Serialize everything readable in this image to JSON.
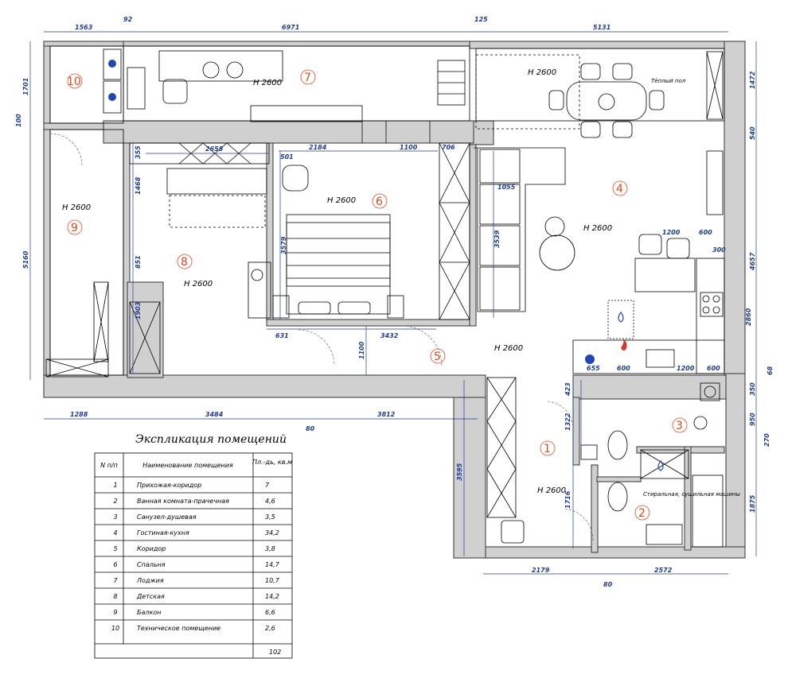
{
  "heights": {
    "loggia": "H 2600",
    "living": "H 2600",
    "bedroom": "H 2600",
    "kitchen": "H 2600",
    "balcony": "H 2600",
    "kids": "H 2600",
    "corridor": "H 2600",
    "hall": "H 2600"
  },
  "room_numbers": [
    "1",
    "2",
    "3",
    "4",
    "5",
    "6",
    "7",
    "8",
    "9",
    "10"
  ],
  "notes": {
    "warm_floor": "Тёплый пол",
    "washer": "Стиральная, сушильная машины"
  },
  "dims": {
    "top": [
      "1563",
      "92",
      "6971",
      "125",
      "5131"
    ],
    "left": [
      "1701",
      "100",
      "5160"
    ],
    "right": [
      "1472",
      "540",
      "4657",
      "68",
      "350",
      "950",
      "270",
      "1875"
    ],
    "bottom_left": [
      "1288",
      "3484",
      "3812",
      "80"
    ],
    "bottom_right": [
      "2179",
      "80",
      "2572"
    ],
    "interior": [
      "355",
      "2658",
      "501",
      "2184",
      "1100",
      "706",
      "1468",
      "851",
      "1903",
      "3579",
      "3539",
      "1055",
      "631",
      "3432",
      "1100",
      "1200",
      "600",
      "300",
      "3595",
      "423",
      "1322",
      "1716",
      "2860"
    ],
    "kitchen_cabs": [
      "655",
      "600",
      "1200",
      "600"
    ]
  },
  "table": {
    "title": "Экспликация помещений",
    "headers": [
      "N п/п",
      "Наименование помещения",
      "Пл.-дь, кв.м"
    ],
    "rows": [
      [
        "1",
        "Прихожая-коридор",
        "7"
      ],
      [
        "2",
        "Ванная комната-прачечная",
        "4,6"
      ],
      [
        "3",
        "Санузел-душевая",
        "3,5"
      ],
      [
        "4",
        "Гостиная-кухня",
        "34,2"
      ],
      [
        "5",
        "Коридор",
        "3,8"
      ],
      [
        "6",
        "Спальня",
        "14,7"
      ],
      [
        "7",
        "Лоджия",
        "10,7"
      ],
      [
        "8",
        "Детская",
        "14,2"
      ],
      [
        "9",
        "Балкон",
        "6,6"
      ],
      [
        "10",
        "Техническое помещение",
        "2,6"
      ]
    ],
    "total": "102"
  },
  "colors": {
    "wall_fill": "#d0d0d0",
    "dimension": "#1e3c96",
    "room_number": "#e04a1c",
    "icon_blue": "#1f47b8",
    "icon_red": "#d8352a"
  }
}
